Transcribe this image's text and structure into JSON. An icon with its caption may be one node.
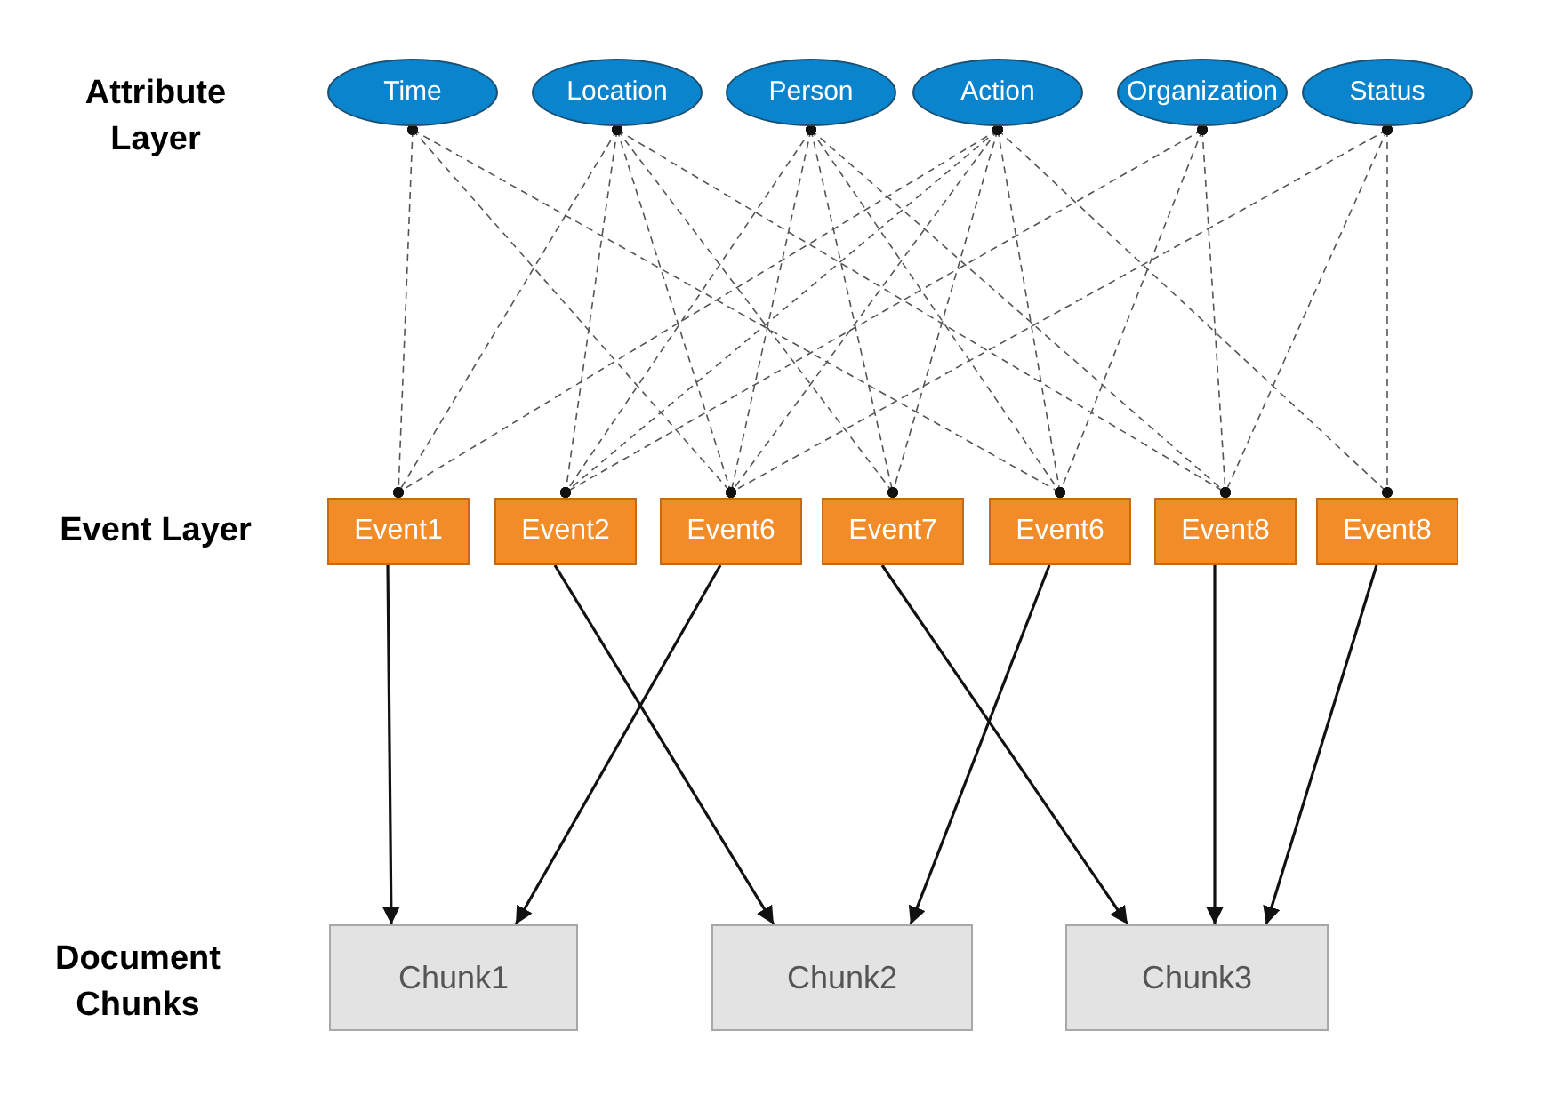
{
  "diagram": {
    "nodes": [
      {
        "text": [
          "Time"
        ]
      },
      {
        "text": [
          "Location"
        ]
      },
      {
        "text": [
          "Person"
        ]
      },
      {
        "text": [
          "Action"
        ]
      },
      {
        "text": [
          "Organization"
        ]
      },
      {
        "text": [
          "Status"
        ]
      },
      {
        "text": [
          "Event1"
        ]
      },
      {
        "text": [
          "Event2"
        ]
      },
      {
        "text": [
          "Event6"
        ]
      },
      {
        "text": [
          "Event7"
        ]
      },
      {
        "text": [
          "Event6"
        ]
      },
      {
        "text": [
          "Event8"
        ]
      },
      {
        "text": [
          "Event8"
        ]
      },
      {
        "text": [
          "Chunk1"
        ]
      },
      {
        "text": [
          "Chunk2"
        ]
      },
      {
        "text": [
          "Chunk3"
        ]
      }
    ],
    "edges": [
      {
        "from": 0,
        "to": 6,
        "arrow": "other",
        "style": "dashed"
      },
      {
        "from": 0,
        "to": 8,
        "arrow": "other",
        "style": "dashed"
      },
      {
        "from": 0,
        "to": 10,
        "arrow": "other",
        "style": "dashed"
      },
      {
        "from": 1,
        "to": 6,
        "arrow": "other",
        "style": "dashed"
      },
      {
        "from": 1,
        "to": 7,
        "arrow": "other",
        "style": "dashed"
      },
      {
        "from": 1,
        "to": 8,
        "arrow": "other",
        "style": "dashed"
      },
      {
        "from": 1,
        "to": 9,
        "arrow": "other",
        "style": "dashed"
      },
      {
        "from": 1,
        "to": 11,
        "arrow": "other",
        "style": "dashed"
      },
      {
        "from": 2,
        "to": 7,
        "arrow": "other",
        "style": "dashed"
      },
      {
        "from": 2,
        "to": 8,
        "arrow": "other",
        "style": "dashed"
      },
      {
        "from": 2,
        "to": 9,
        "arrow": "other",
        "style": "dashed"
      },
      {
        "from": 2,
        "to": 10,
        "arrow": "other",
        "style": "dashed"
      },
      {
        "from": 2,
        "to": 11,
        "arrow": "other",
        "style": "dashed"
      },
      {
        "from": 3,
        "to": 6,
        "arrow": "other",
        "style": "dashed"
      },
      {
        "from": 3,
        "to": 7,
        "arrow": "other",
        "style": "dashed"
      },
      {
        "from": 3,
        "to": 8,
        "arrow": "other",
        "style": "dashed"
      },
      {
        "from": 3,
        "to": 9,
        "arrow": "other",
        "style": "dashed"
      },
      {
        "from": 3,
        "to": 10,
        "arrow": "other",
        "style": "dashed"
      },
      {
        "from": 3,
        "to": 12,
        "arrow": "other",
        "style": "dashed"
      },
      {
        "from": 4,
        "to": 7,
        "arrow": "other",
        "style": "dashed"
      },
      {
        "from": 4,
        "to": 10,
        "arrow": "other",
        "style": "dashed"
      },
      {
        "from": 4,
        "to": 11,
        "arrow": "other",
        "style": "dashed"
      },
      {
        "from": 5,
        "to": 8,
        "arrow": "other",
        "style": "dashed"
      },
      {
        "from": 5,
        "to": 11,
        "arrow": "other",
        "style": "dashed"
      },
      {
        "from": 5,
        "to": 12,
        "arrow": "other",
        "style": "dashed"
      },
      {
        "from": 6,
        "to": 13,
        "arrow": "to"
      },
      {
        "from": 7,
        "to": 14,
        "arrow": "to"
      },
      {
        "from": 8,
        "to": 13,
        "arrow": "to"
      },
      {
        "from": 9,
        "to": 15,
        "arrow": "to"
      },
      {
        "from": 10,
        "to": 14,
        "arrow": "to"
      },
      {
        "from": 11,
        "to": 15,
        "arrow": "to"
      },
      {
        "from": 12,
        "to": 15,
        "arrow": "to"
      }
    ],
    "labels": [
      "Attribute Layer",
      "Event Layer",
      "Document Chunks"
    ]
  }
}
